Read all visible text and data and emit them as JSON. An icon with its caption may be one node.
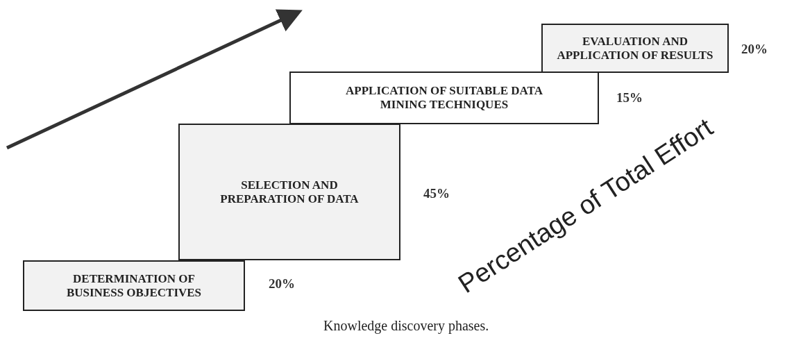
{
  "diagram": {
    "caption": "Knowledge discovery phases.",
    "nodes": [
      {
        "text": [
          "DETERMINATION OF BUSINESS OBJECTIVES"
        ],
        "beside": [
          "20%"
        ]
      },
      {
        "text": [
          "SELECTION AND PREPARATION OF DATA"
        ],
        "beside": [
          "45%"
        ]
      },
      {
        "text": [
          "APPLICATION OF SUITABLE DATA MINING TECHNIQUES"
        ],
        "beside": [
          "15%"
        ]
      },
      {
        "text": [
          "EVALUATION AND APPLICATION OF RESULTS"
        ],
        "beside": [
          "20%"
        ]
      }
    ],
    "labels": [
      "Percentage of Total Effort"
    ]
  }
}
